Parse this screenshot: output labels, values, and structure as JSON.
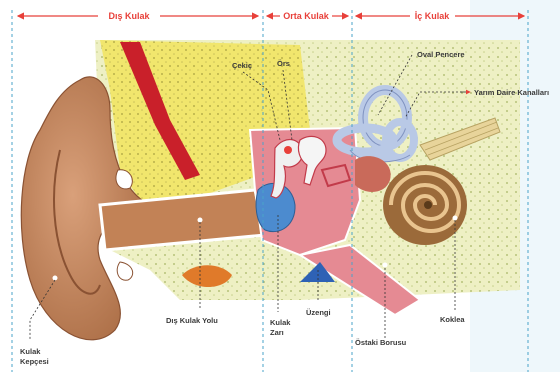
{
  "sections": {
    "outer": "Dış Kulak",
    "middle": "Orta Kulak",
    "inner": "İç Kulak"
  },
  "labels": {
    "cekic": "Çekiç",
    "ors": "Örs",
    "oval_pencere": "Oval Pencere",
    "yarim_daire": "Yarım Daire Kanalları",
    "kulak_kepcesi_1": "Kulak",
    "kulak_kepcesi_2": "Kepçesi",
    "dis_kulak_yolu": "Dış Kulak Yolu",
    "kulak_zari_1": "Kulak",
    "kulak_zari_2": "Zarı",
    "uzengi": "Üzengi",
    "ostaki_borusu": "Östaki Borusu",
    "koklea": "Koklea"
  },
  "colors": {
    "section_text": "#e8403a",
    "divider": "#4aa3c8",
    "skin": "#c8875a",
    "bone": "#f2e24a",
    "middle_ear": "#e58a93",
    "inner_ear_blue": "#b9c9e6",
    "cochlea": "#9b6a3a"
  }
}
